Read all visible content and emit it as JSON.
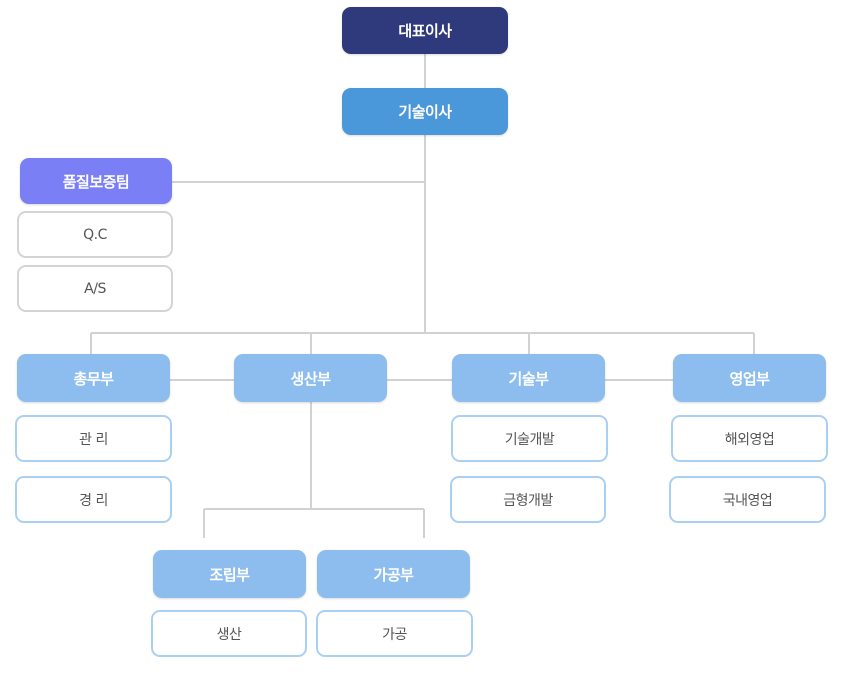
{
  "colors": {
    "ceo": "#2f3a7c",
    "cto": "#4a97d9",
    "qa": "#7b7ff5",
    "dept": "#8cbdee",
    "sub_border_blue": "#a9d0f3",
    "sub_border_grey": "#d4d4d4",
    "connector": "#d2d2d2"
  },
  "top": {
    "ceo": "대표이사",
    "cto": "기술이사"
  },
  "qa_team": {
    "title": "품질보증팀",
    "items": [
      "Q.C",
      "A/S"
    ]
  },
  "departments": [
    {
      "title": "총무부",
      "items": [
        "관 리",
        "경 리"
      ]
    },
    {
      "title": "생산부",
      "items": []
    },
    {
      "title": "기술부",
      "items": [
        "기술개발",
        "금형개발"
      ]
    },
    {
      "title": "영업부",
      "items": [
        "해외영업",
        "국내영업"
      ]
    }
  ],
  "production_subs": [
    {
      "title": "조립부",
      "item": "생산"
    },
    {
      "title": "가공부",
      "item": "가공"
    }
  ]
}
